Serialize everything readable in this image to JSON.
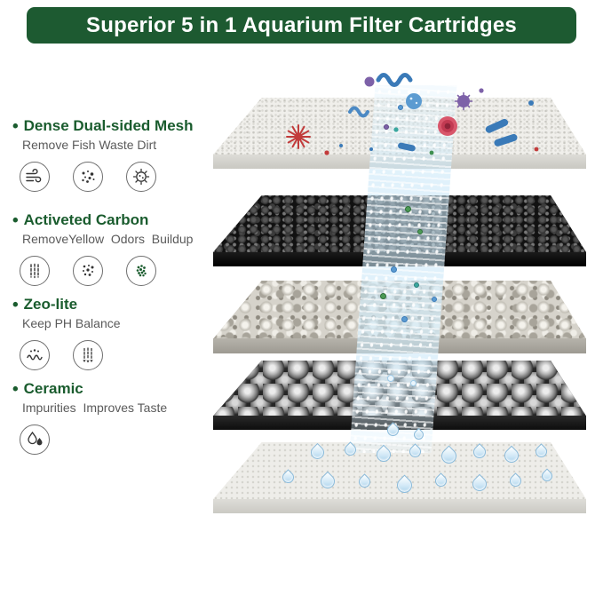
{
  "banner": {
    "title": "Superior 5 in 1 Aquarium Filter Cartridges",
    "bg_color": "#1d5a31",
    "text_color": "#ffffff"
  },
  "colors": {
    "accent_green": "#1a5c2e",
    "subtitle_gray": "#5a5a5a",
    "water_blue": "#cfe7f6"
  },
  "features": [
    {
      "title": "Dense Dual-sided Mesh",
      "subtitle": "Remove Fish Waste Dirt",
      "icons": [
        "water-flow-icon",
        "waste-particles-icon",
        "germ-icon"
      ]
    },
    {
      "title": "Activeted Carbon",
      "subtitle": "RemoveYellow  Odors  Buildup",
      "icons": [
        "carbon-pores-icon",
        "odor-particles-icon",
        "carbon-granules-icon"
      ]
    },
    {
      "title": "Zeo-lite",
      "subtitle": "Keep PH Balance",
      "icons": [
        "ph-wave-icon",
        "ion-exchange-icon"
      ]
    },
    {
      "title": "Ceramic",
      "subtitle": "Impurities  Improves Taste",
      "icons": [
        "water-drops-icon"
      ]
    }
  ],
  "illustration": {
    "layers": [
      "mesh-layer",
      "activated-carbon-layer",
      "zeolite-layer",
      "ceramic-layer",
      "bottom-mesh-layer"
    ],
    "elements": [
      "microbes-illustration",
      "water-stream",
      "water-droplets"
    ]
  }
}
